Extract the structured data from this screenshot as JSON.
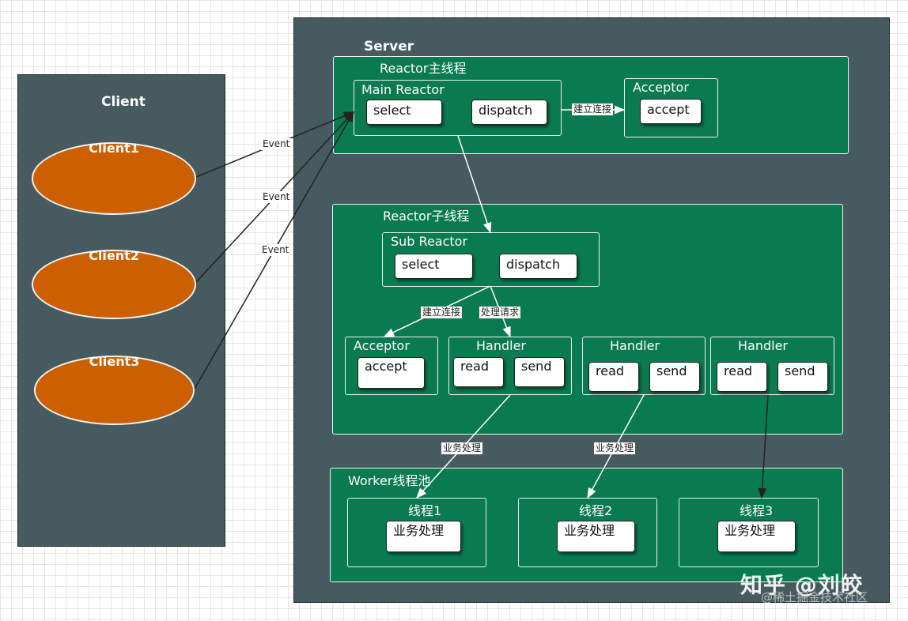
{
  "client": {
    "title": "Client",
    "items": [
      "Client1",
      "Client2",
      "Client3"
    ]
  },
  "server": {
    "title": "Server",
    "main_thread": {
      "title": "Reactor主线程",
      "main_reactor": {
        "title": "Main Reactor",
        "select": "select",
        "dispatch": "dispatch"
      },
      "acceptor": {
        "title": "Acceptor",
        "accept": "accept"
      },
      "link_label": "建立连接"
    },
    "sub_thread": {
      "title": "Reactor子线程",
      "sub_reactor": {
        "title": "Sub Reactor",
        "select": "select",
        "dispatch": "dispatch"
      },
      "acceptor": {
        "title": "Acceptor",
        "accept": "accept"
      },
      "handlers": [
        {
          "title": "Handler",
          "read": "read",
          "send": "send"
        },
        {
          "title": "Handler",
          "read": "read",
          "send": "send"
        },
        {
          "title": "Handler",
          "read": "read",
          "send": "send"
        }
      ],
      "connect_label": "建立连接",
      "request_label": "处理请求"
    },
    "worker_pool": {
      "title": "Worker线程池",
      "threads": [
        {
          "title": "线程1",
          "task": "业务处理"
        },
        {
          "title": "线程2",
          "task": "业务处理"
        },
        {
          "title": "线程3",
          "task": "业务处理"
        }
      ],
      "business_label": "业务处理"
    }
  },
  "edges": {
    "event_label": "Event"
  },
  "watermark": {
    "main": "知乎 @刘皎",
    "sub": "@稀土掘金技术社区"
  },
  "colors": {
    "panel": "#465a60",
    "green": "#0a7a50",
    "client_ellipse": "#cc5f00"
  }
}
